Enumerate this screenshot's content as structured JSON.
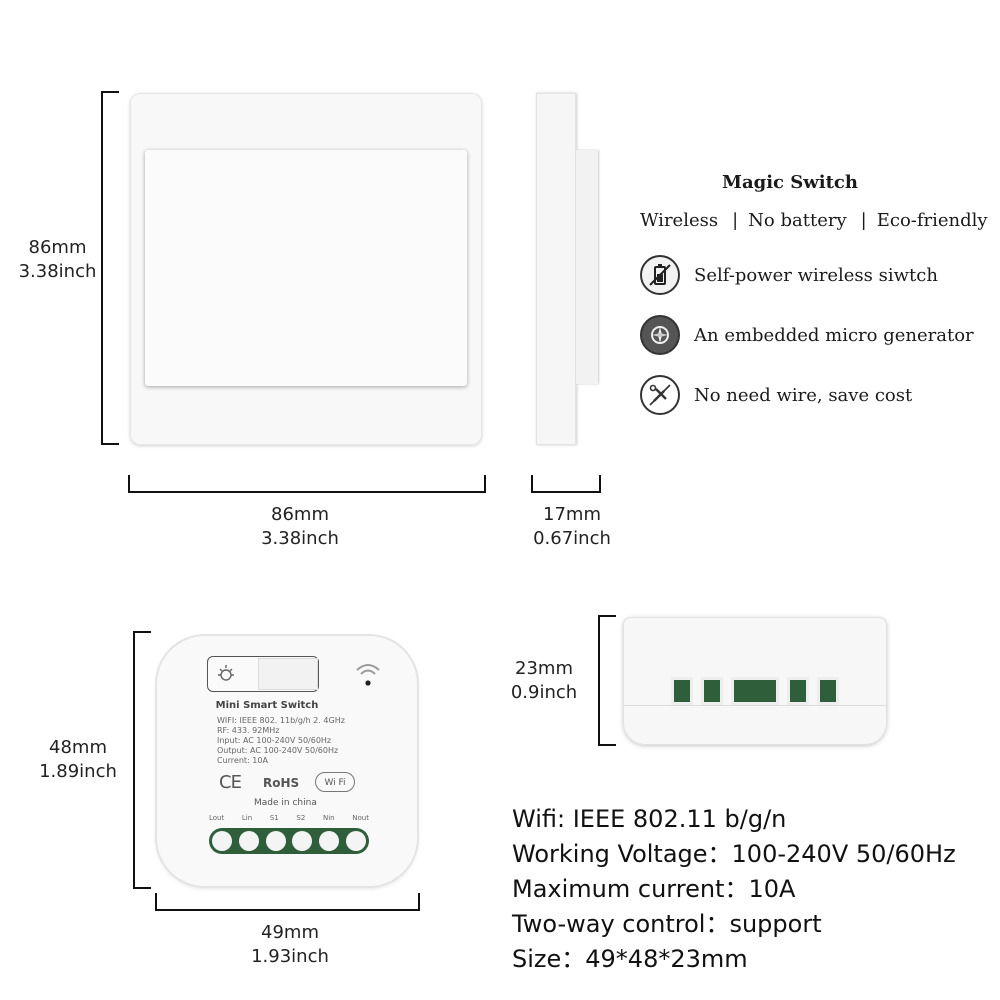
{
  "colors": {
    "accent": "#111111",
    "device_white": "#f7f7f7",
    "terminal_green": "#2f5f3a"
  },
  "switch_front": {
    "height_mm": "86mm",
    "height_inch": "3.38inch",
    "width_mm": "86mm",
    "width_inch": "3.38inch"
  },
  "switch_side": {
    "depth_mm": "17mm",
    "depth_inch": "0.67inch"
  },
  "magic_switch": {
    "title": "Magic Switch",
    "tagline": [
      "Wireless",
      "|",
      "No battery",
      "|",
      "Eco-friendly"
    ],
    "features": [
      {
        "icon": "battery-icon",
        "text": "Self-power wireless siwtch"
      },
      {
        "icon": "generator-icon",
        "text": "An embedded micro generator"
      },
      {
        "icon": "no-wire-icon",
        "text": "No need wire, save cost"
      }
    ]
  },
  "mini_module": {
    "height_mm": "48mm",
    "height_inch": "1.89inch",
    "width_mm": "49mm",
    "width_inch": "1.93inch",
    "label_title": "Mini Smart Switch",
    "label_lines": [
      "WIFI: IEEE 802. 11b/g/h 2. 4GHz",
      "RF: 433. 92MHz",
      "Input: AC 100-240V 50/60Hz",
      "Output: AC 100-240V 50/60Hz",
      "Current: 10A"
    ],
    "ce": "CE",
    "rohs": "RoHS",
    "wifi_badge": "Wi Fi",
    "made_in": "Made in china",
    "terminals": [
      "Lout",
      "Lin",
      "S1",
      "S2",
      "Nin",
      "Nout"
    ]
  },
  "module_side": {
    "height_mm": "23mm",
    "height_inch": "0.9inch"
  },
  "specs": [
    "Wifi: IEEE 802.11 b/g/n",
    "Working Voltage：100-240V 50/60Hz",
    "Maximum current：10A",
    "Two-way control：support",
    "Size：49*48*23mm"
  ]
}
